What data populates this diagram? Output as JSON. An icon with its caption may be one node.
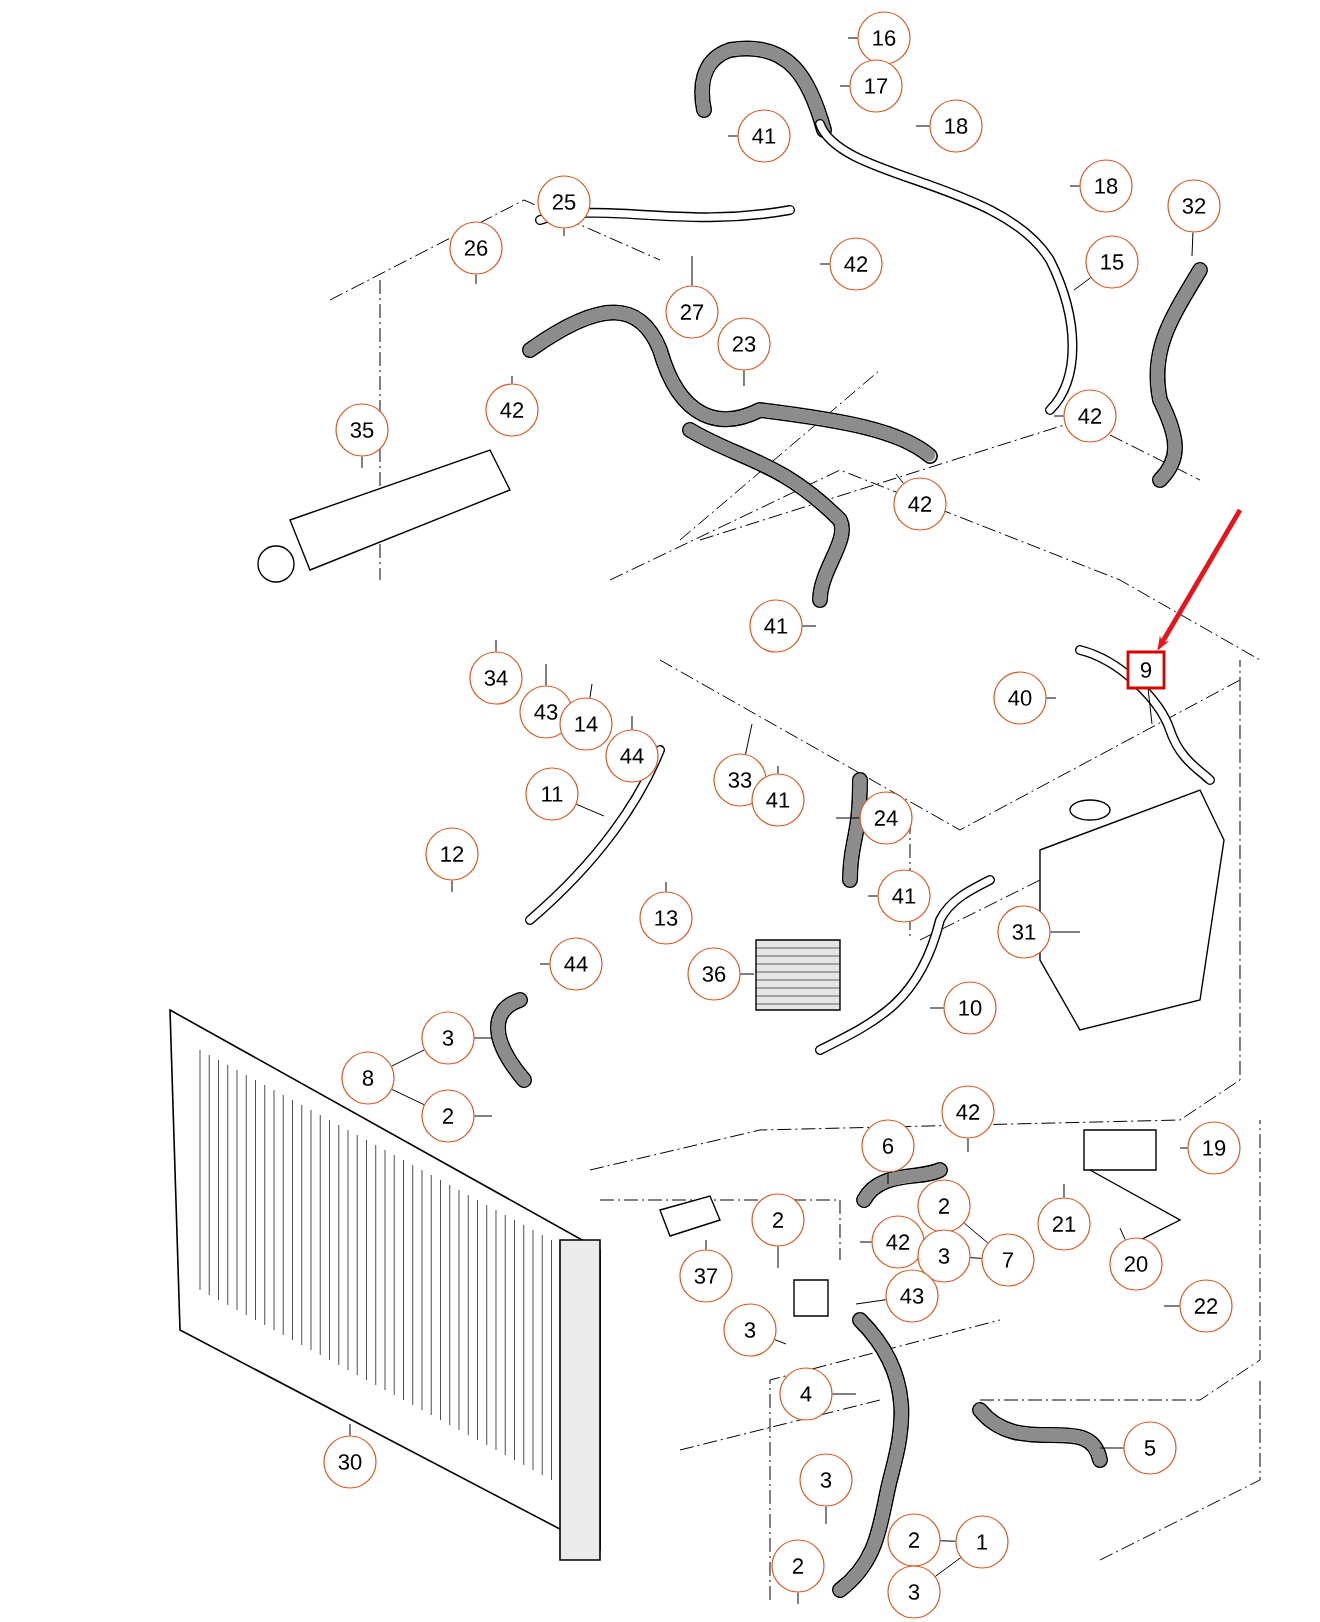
{
  "diagram": {
    "nodes": [
      {
        "text": [
          "16"
        ]
      },
      {
        "text": [
          "17"
        ]
      },
      {
        "text": [
          "41"
        ]
      },
      {
        "text": [
          "18"
        ]
      },
      {
        "text": [
          "18"
        ]
      },
      {
        "text": [
          "32"
        ]
      },
      {
        "text": [
          "25"
        ]
      },
      {
        "text": [
          "26"
        ]
      },
      {
        "text": [
          "42"
        ]
      },
      {
        "text": [
          "15"
        ]
      },
      {
        "text": [
          "27"
        ]
      },
      {
        "text": [
          "23"
        ]
      },
      {
        "text": [
          "42"
        ]
      },
      {
        "text": [
          "42"
        ]
      },
      {
        "text": [
          "35"
        ]
      },
      {
        "text": [
          "42"
        ]
      },
      {
        "text": [
          "41"
        ]
      },
      {
        "text": [
          "9"
        ]
      },
      {
        "text": [
          "40"
        ]
      },
      {
        "text": [
          "34"
        ]
      },
      {
        "text": [
          "43"
        ]
      },
      {
        "text": [
          "14"
        ]
      },
      {
        "text": [
          "44"
        ]
      },
      {
        "text": [
          "11"
        ]
      },
      {
        "text": [
          "33"
        ]
      },
      {
        "text": [
          "41"
        ]
      },
      {
        "text": [
          "24"
        ]
      },
      {
        "text": [
          "12"
        ]
      },
      {
        "text": [
          "13"
        ]
      },
      {
        "text": [
          "41"
        ]
      },
      {
        "text": [
          "31"
        ]
      },
      {
        "text": [
          "44"
        ]
      },
      {
        "text": [
          "36"
        ]
      },
      {
        "text": [
          "10"
        ]
      },
      {
        "text": [
          "8"
        ]
      },
      {
        "text": [
          "3"
        ]
      },
      {
        "text": [
          "2"
        ]
      },
      {
        "text": [
          "6"
        ]
      },
      {
        "text": [
          "42"
        ]
      },
      {
        "text": [
          "19"
        ]
      },
      {
        "text": [
          "2"
        ]
      },
      {
        "text": [
          "42"
        ]
      },
      {
        "text": [
          "2"
        ]
      },
      {
        "text": [
          "3"
        ]
      },
      {
        "text": [
          "7"
        ]
      },
      {
        "text": [
          "21"
        ]
      },
      {
        "text": [
          "37"
        ]
      },
      {
        "text": [
          "43"
        ]
      },
      {
        "text": [
          "3"
        ]
      },
      {
        "text": [
          "20"
        ]
      },
      {
        "text": [
          "22"
        ]
      },
      {
        "text": [
          "4"
        ]
      },
      {
        "text": [
          "5"
        ]
      },
      {
        "text": [
          "30"
        ]
      },
      {
        "text": [
          "3"
        ]
      },
      {
        "text": [
          "2"
        ]
      },
      {
        "text": [
          "2"
        ]
      },
      {
        "text": [
          "3"
        ]
      },
      {
        "text": [
          "1"
        ]
      }
    ],
    "edges": [
      {
        "from": 0,
        "to": null,
        "arrow": "none"
      },
      {
        "from": 1,
        "to": null,
        "arrow": "none"
      },
      {
        "from": 2,
        "to": null,
        "arrow": "none"
      },
      {
        "from": 3,
        "to": null,
        "arrow": "none"
      },
      {
        "from": 4,
        "to": null,
        "arrow": "none"
      },
      {
        "from": 5,
        "to": null,
        "arrow": "none"
      },
      {
        "from": 6,
        "to": null,
        "arrow": "none"
      },
      {
        "from": 7,
        "to": null,
        "arrow": "none"
      },
      {
        "from": 8,
        "to": null,
        "arrow": "none"
      },
      {
        "from": 9,
        "to": null,
        "arrow": "none"
      },
      {
        "from": 10,
        "to": null,
        "arrow": "none"
      },
      {
        "from": 11,
        "to": null,
        "arrow": "none"
      },
      {
        "from": 12,
        "to": null,
        "arrow": "none"
      },
      {
        "from": 13,
        "to": null,
        "arrow": "none"
      },
      {
        "from": 14,
        "to": null,
        "arrow": "none"
      },
      {
        "from": 15,
        "to": null,
        "arrow": "none"
      },
      {
        "from": 16,
        "to": null,
        "arrow": "none"
      },
      {
        "from": null,
        "to": 17,
        "arrow": "to",
        "style": "thick",
        "color": "#e8141b"
      },
      {
        "from": 17,
        "to": null,
        "arrow": "none"
      },
      {
        "from": 18,
        "to": null,
        "arrow": "none"
      },
      {
        "from": 19,
        "to": null,
        "arrow": "none"
      },
      {
        "from": 20,
        "to": null,
        "arrow": "none"
      },
      {
        "from": 21,
        "to": null,
        "arrow": "none"
      },
      {
        "from": 22,
        "to": null,
        "arrow": "none"
      },
      {
        "from": 23,
        "to": null,
        "arrow": "none"
      },
      {
        "from": 24,
        "to": null,
        "arrow": "none"
      },
      {
        "from": 25,
        "to": null,
        "arrow": "none"
      },
      {
        "from": 26,
        "to": null,
        "arrow": "none"
      },
      {
        "from": 27,
        "to": null,
        "arrow": "none"
      },
      {
        "from": 28,
        "to": null,
        "arrow": "none"
      },
      {
        "from": 29,
        "to": null,
        "arrow": "none"
      },
      {
        "from": 30,
        "to": null,
        "arrow": "none"
      },
      {
        "from": 31,
        "to": null,
        "arrow": "none"
      },
      {
        "from": 32,
        "to": null,
        "arrow": "none"
      },
      {
        "from": 33,
        "to": null,
        "arrow": "none"
      },
      {
        "from": 34,
        "to": 35,
        "arrow": "none"
      },
      {
        "from": 34,
        "to": 36,
        "arrow": "none"
      },
      {
        "from": 35,
        "to": null,
        "arrow": "none"
      },
      {
        "from": 36,
        "to": null,
        "arrow": "none"
      },
      {
        "from": 37,
        "to": null,
        "arrow": "none"
      },
      {
        "from": 38,
        "to": null,
        "arrow": "none"
      },
      {
        "from": 39,
        "to": null,
        "arrow": "none"
      },
      {
        "from": 40,
        "to": null,
        "arrow": "none"
      },
      {
        "from": 41,
        "to": null,
        "arrow": "none"
      },
      {
        "from": 44,
        "to": 42,
        "arrow": "none"
      },
      {
        "from": 44,
        "to": 43,
        "arrow": "none"
      },
      {
        "from": 45,
        "to": null,
        "arrow": "none"
      },
      {
        "from": 46,
        "to": null,
        "arrow": "none"
      },
      {
        "from": 47,
        "to": null,
        "arrow": "none"
      },
      {
        "from": 48,
        "to": null,
        "arrow": "none"
      },
      {
        "from": 49,
        "to": null,
        "arrow": "none"
      },
      {
        "from": 50,
        "to": null,
        "arrow": "none"
      },
      {
        "from": 51,
        "to": null,
        "arrow": "none"
      },
      {
        "from": 52,
        "to": null,
        "arrow": "none"
      },
      {
        "from": 53,
        "to": null,
        "arrow": "none"
      },
      {
        "from": 54,
        "to": null,
        "arrow": "none"
      },
      {
        "from": 55,
        "to": null,
        "arrow": "none"
      },
      {
        "from": 58,
        "to": 56,
        "arrow": "none"
      },
      {
        "from": 58,
        "to": 57,
        "arrow": "none"
      }
    ]
  }
}
